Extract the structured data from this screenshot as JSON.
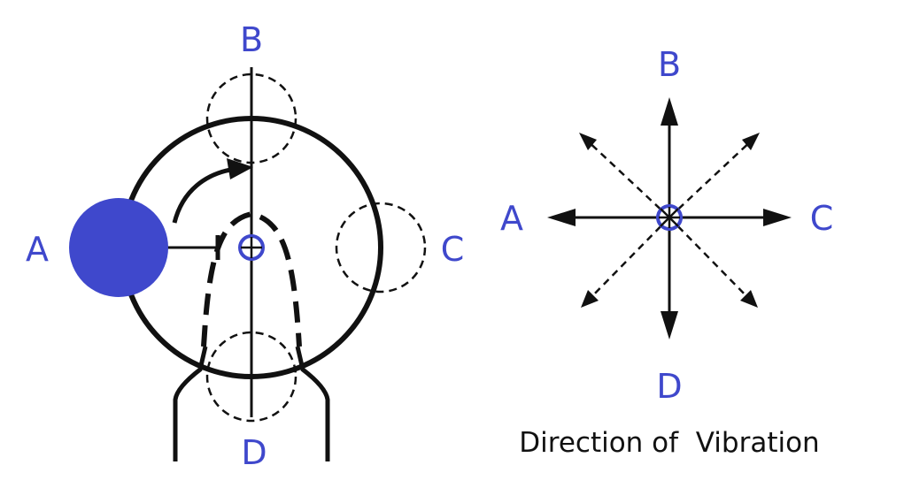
{
  "left_diagram": {
    "labels": {
      "a": "A",
      "b": "B",
      "c": "C",
      "d": "D"
    }
  },
  "direction_diagram": {
    "labels": {
      "a": "A",
      "b": "B",
      "c": "C",
      "d": "D"
    },
    "caption": "Direction of  Vibration"
  },
  "colors": {
    "label_blue": "#3f48cc",
    "mass_fill": "#3f48cc",
    "line": "#111111"
  }
}
